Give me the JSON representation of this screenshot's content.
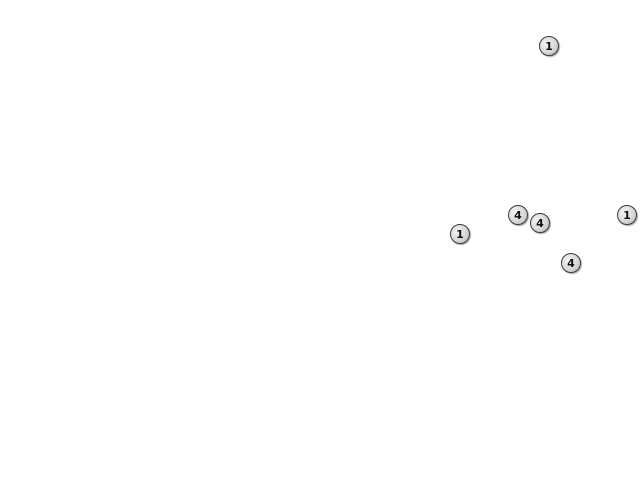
{
  "map": {
    "background_color": "#ffffff",
    "markers": [
      {
        "id": "m1",
        "label": "1"
      },
      {
        "id": "m2",
        "label": "4"
      },
      {
        "id": "m3",
        "label": "4"
      },
      {
        "id": "m4",
        "label": "1"
      },
      {
        "id": "m5",
        "label": "1"
      },
      {
        "id": "m6",
        "label": "4"
      }
    ],
    "colors": {
      "marker_fill": "#d8d8d8",
      "marker_border": "#3a3a3a",
      "marker_text": "#111111"
    }
  }
}
